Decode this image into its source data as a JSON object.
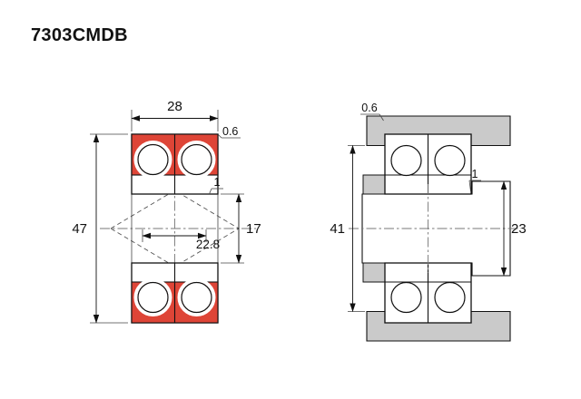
{
  "title": "7303CMDB",
  "colors": {
    "seal_red": "#de4537",
    "housing_gray": "#cacaca",
    "line": "#111111",
    "background": "#ffffff"
  },
  "front_view": {
    "dims": {
      "width": "28",
      "outer_ring_chamfer": "0.6",
      "outer_diameter": "47",
      "bore_diameter": "17",
      "inner_ring_chamfer": "1",
      "load_center_span": "22.8"
    }
  },
  "mounting_view": {
    "dims": {
      "housing_fillet": "0.6",
      "housing_shoulder_diameter": "41",
      "shaft_fillet": "1",
      "shaft_shoulder_diameter": "23"
    }
  }
}
